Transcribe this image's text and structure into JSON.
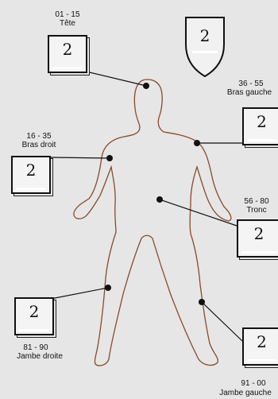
{
  "shield": {
    "value": "2"
  },
  "locations": {
    "head": {
      "range": "01 - 15",
      "name": "Tête",
      "armor": "2"
    },
    "left_arm": {
      "range": "36 - 55",
      "name": "Bras gauche",
      "armor": "2"
    },
    "right_arm": {
      "range": "16 - 35",
      "name": "Bras droit",
      "armor": "2"
    },
    "torso": {
      "range": "56 - 80",
      "name": "Tronc",
      "armor": "2"
    },
    "right_leg": {
      "range": "81 - 90",
      "name": "Jambe droite",
      "armor": "2"
    },
    "left_leg": {
      "range": "91 - 00",
      "name": "Jambe gauche",
      "armor": "2"
    }
  },
  "colors": {
    "background": "#e6e6e6",
    "outline": "#8a4a2a",
    "ink": "#111111"
  }
}
